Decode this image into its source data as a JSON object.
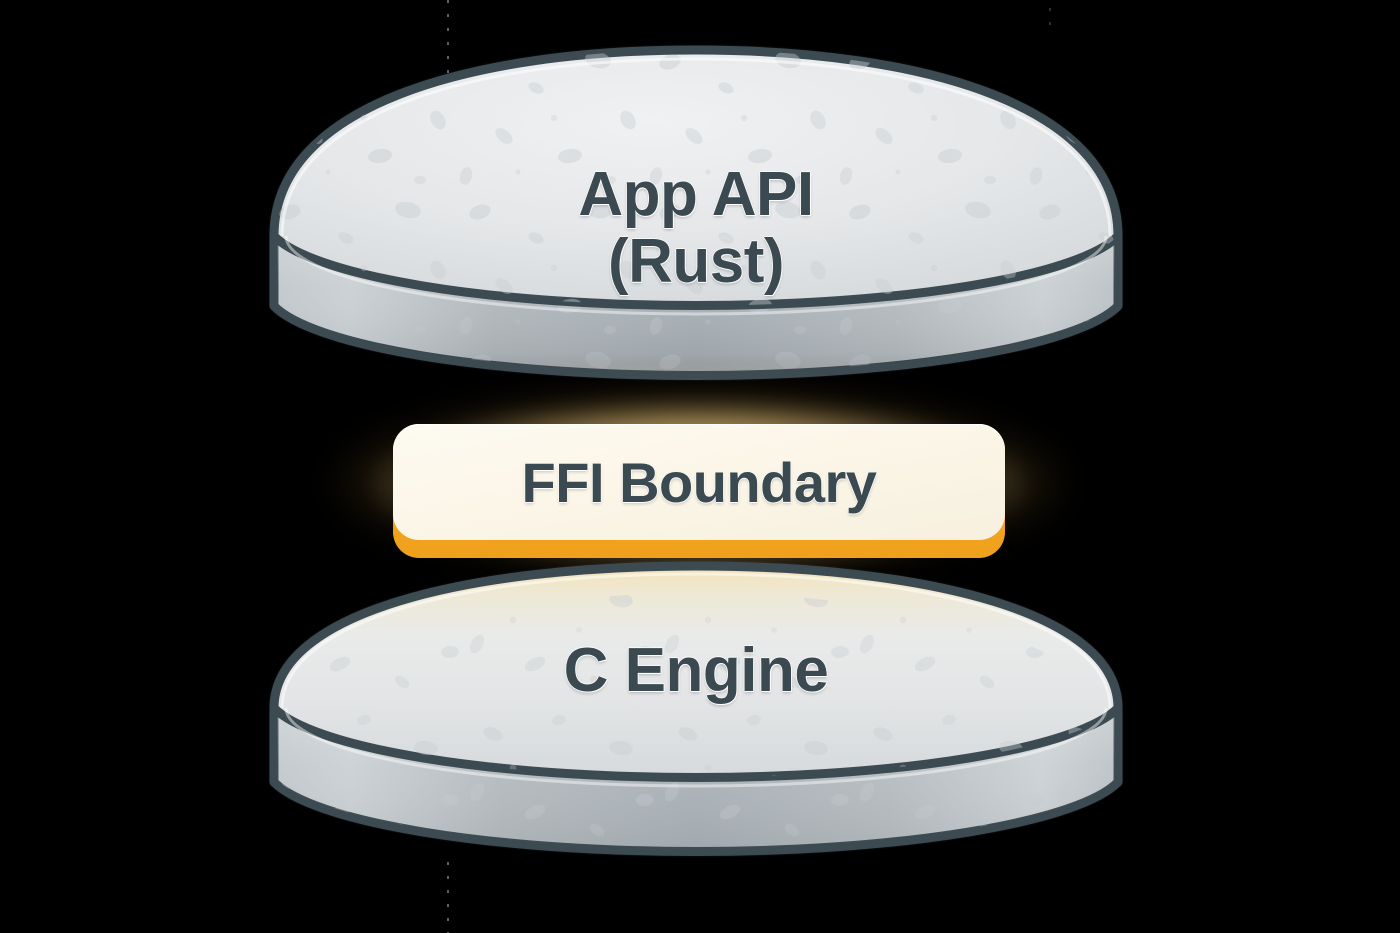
{
  "diagram": {
    "title": "FFI Boundary layer diagram",
    "background_color": "#000000",
    "layers": [
      {
        "id": "app-api",
        "label": "App API\n(Rust)",
        "role": "top-disk",
        "shape": "3d-cylinder",
        "surface_color": "#e3e5e6",
        "side_color": "#b2b8bc",
        "outline_color": "#3c4b52",
        "text_color": "#3a4a50"
      },
      {
        "id": "c-engine",
        "label": "C Engine",
        "role": "bottom-disk",
        "shape": "3d-cylinder",
        "surface_color": "#e1e3e4",
        "side_color": "#b2b8bc",
        "outline_color": "#3c4b52",
        "text_color": "#3a4a50"
      }
    ],
    "boundary": {
      "id": "ffi-boundary",
      "label": "FFI Boundary",
      "card_color": "#fbf7ea",
      "accent_color": "#f4a620",
      "glow_color": "#ffd578",
      "text_color": "#3a4a50"
    },
    "colors": {
      "background": "#000000",
      "stone_light": "#e6e8e9",
      "stone_mid": "#cfd4d7",
      "stone_dark": "#a9b0b5",
      "outline": "#3c4b52",
      "accent_orange": "#f4a620",
      "glow_amber": "#ffd578",
      "label_slate": "#3a4a50"
    }
  }
}
